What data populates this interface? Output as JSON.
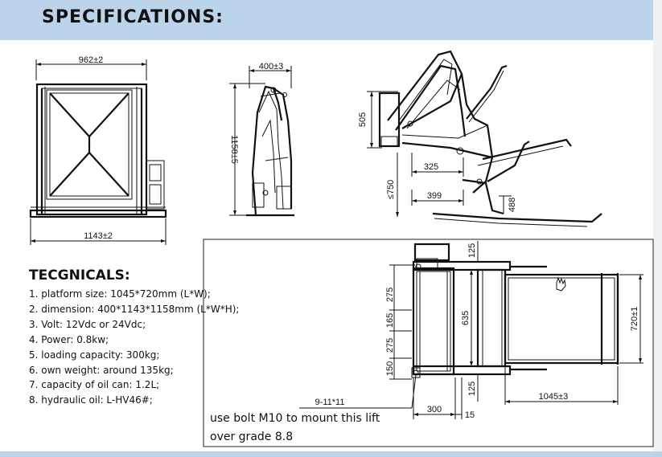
{
  "header": {
    "title": "SPECIFICATIONS:"
  },
  "technicals": {
    "title": "TECGNICALS:",
    "items": [
      "1. platform size: 1045*720mm (L*W);",
      "2. dimension: 400*1143*1158mm (L*W*H);",
      "3. Volt: 12Vdc or 24Vdc;",
      "4. Power: 0.8kw;",
      "5. loading capacity: 300kg;",
      "6. own weight: around 135kg;",
      "7. capacity of oil can: 1.2L;",
      "8. hydraulic oil: L-HV46#;"
    ]
  },
  "dimensions": {
    "front_top": "962±2",
    "front_bottom": "1143±2",
    "side_top": "400±3",
    "side_height": "1158±5",
    "open_505": "505",
    "open_750": "≤750",
    "open_325": "325",
    "open_399": "399",
    "open_488": "488",
    "plan_125_top": "125",
    "plan_275_a": "275",
    "plan_165": "165",
    "plan_275_b": "275",
    "plan_150": "150",
    "plan_635": "635",
    "plan_125_mid": "125",
    "plan_720": "720±1",
    "plan_9_11": "9-11*11",
    "plan_300": "300",
    "plan_15": "15",
    "plan_1045": "1045±3"
  },
  "note": {
    "line1": "use bolt M10 to mount this lift",
    "line2": "over grade 8.8"
  }
}
